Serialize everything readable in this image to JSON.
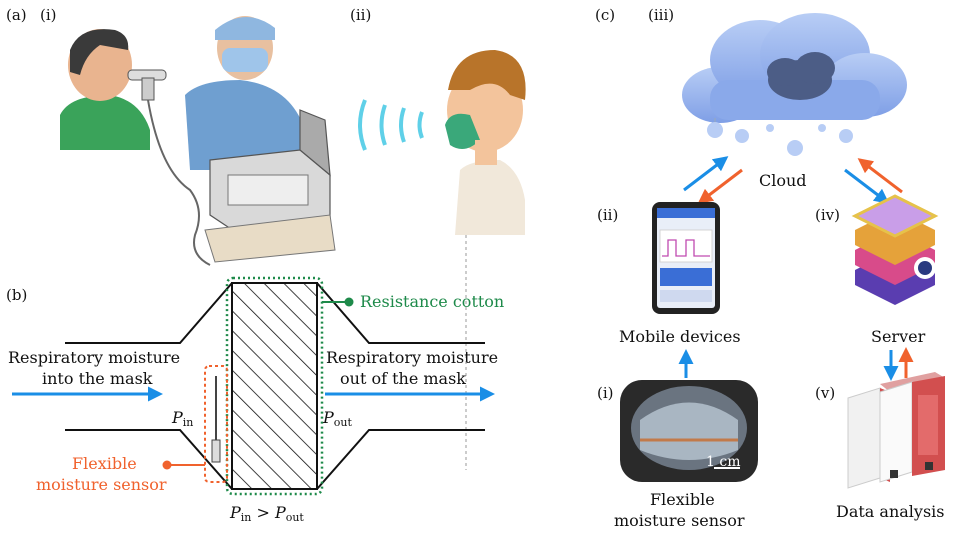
{
  "panels": {
    "a": "(a)",
    "a_i": "(i)",
    "a_ii": "(ii)",
    "b": "(b)",
    "c": "(c)",
    "c_iii": "(iii)",
    "c_ii": "(ii)",
    "c_iv": "(iv)",
    "c_i": "(i)",
    "c_v": "(v)"
  },
  "panel_b": {
    "resistance_cotton": "Resistance cotton",
    "inflow_line1": "Respiratory moisture",
    "inflow_line2": "into the mask",
    "outflow_line1": "Respiratory moisture",
    "outflow_line2": "out of the mask",
    "p_in": "P",
    "p_in_sub": "in",
    "p_out": "P",
    "p_out_sub": "out",
    "relation_p": "P",
    "relation_in": "in",
    "relation_gt": " > ",
    "relation_p2": "P",
    "relation_out": "out",
    "sensor_line1": "Flexible",
    "sensor_line2": "moisture sensor"
  },
  "panel_c": {
    "cloud": "Cloud",
    "mobile": "Mobile devices",
    "server": "Server",
    "sensor_line1": "Flexible",
    "sensor_line2": "moisture sensor",
    "data_analysis": "Data analysis",
    "scale_bar": "1 cm"
  },
  "colors": {
    "blue_arrow": "#1a8ee6",
    "orange_arrow": "#f0622d",
    "green": "#1e8a4a",
    "orange_text": "#f0622d",
    "cloud": "#8fb0ee"
  }
}
